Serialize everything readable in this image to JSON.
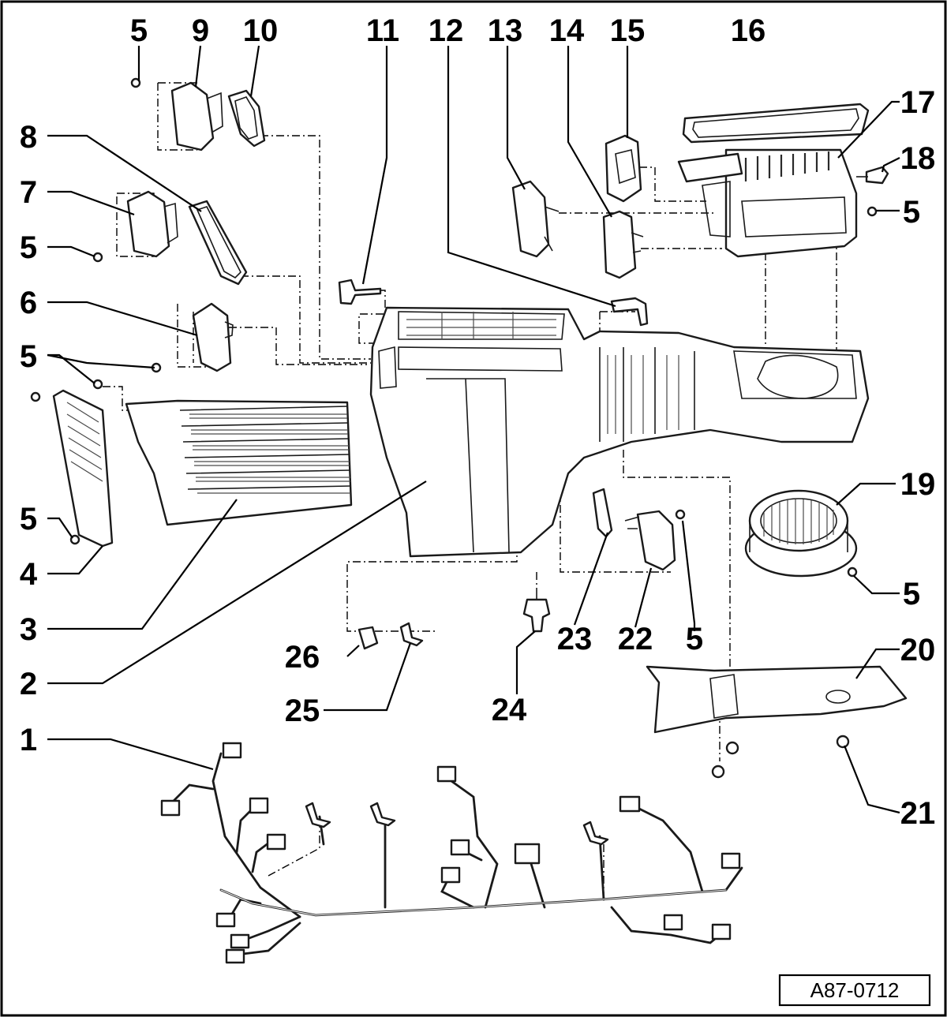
{
  "diagram": {
    "reference_code": "A87-0712",
    "callouts": {
      "c1": "1",
      "c2": "2",
      "c3": "3",
      "c4": "4",
      "c5a": "5",
      "c5b": "5",
      "c5c": "5",
      "c5d": "5",
      "c5e": "5",
      "c5f": "5",
      "c5g": "5",
      "c6": "6",
      "c7": "7",
      "c8": "8",
      "c9": "9",
      "c10": "10",
      "c11": "11",
      "c12": "12",
      "c13": "13",
      "c14": "14",
      "c15": "15",
      "c16": "16",
      "c17": "17",
      "c18": "18",
      "c19": "19",
      "c20": "20",
      "c21": "21",
      "c22": "22",
      "c23": "23",
      "c24": "24",
      "c25": "25",
      "c26": "26"
    }
  }
}
